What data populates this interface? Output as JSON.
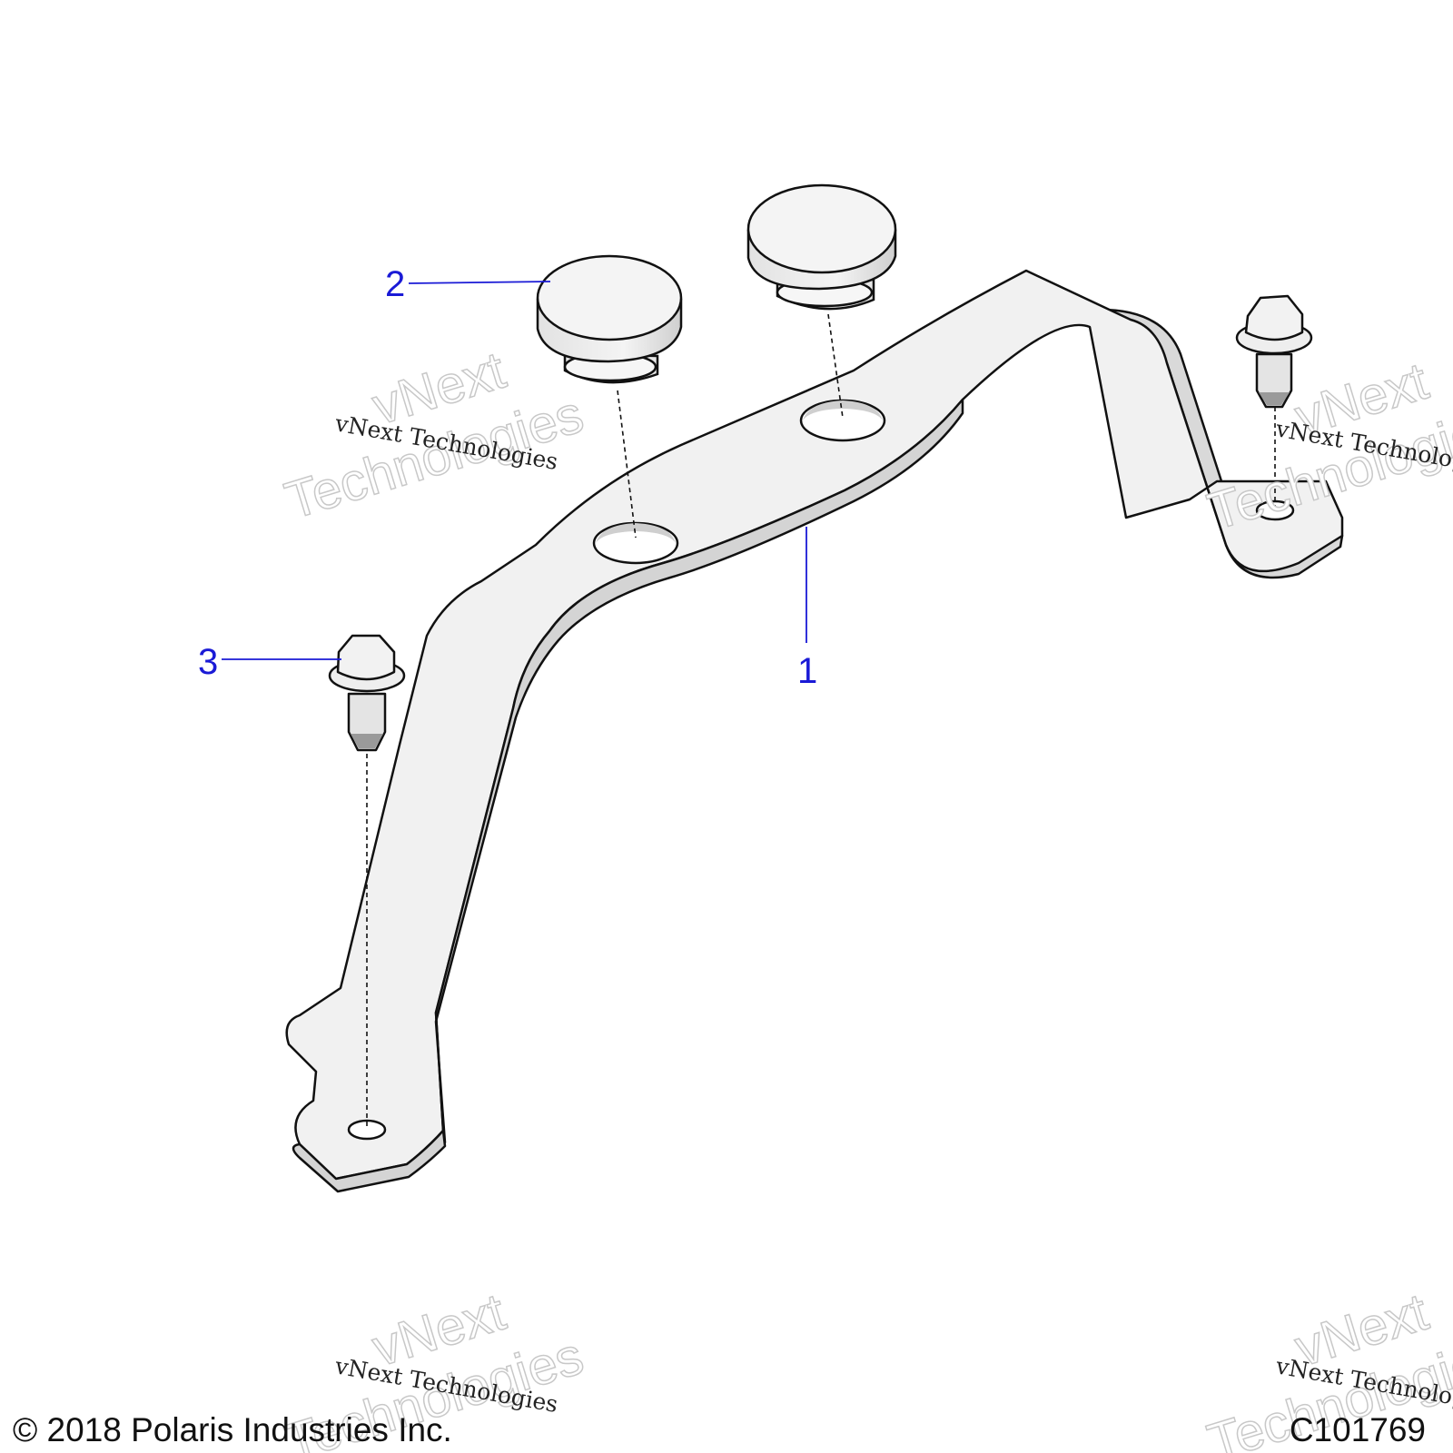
{
  "callouts": [
    {
      "id": "1",
      "label": "1",
      "part": "bracket"
    },
    {
      "id": "2",
      "label": "2",
      "part": "bumper"
    },
    {
      "id": "3",
      "label": "3",
      "part": "screw"
    }
  ],
  "watermark": {
    "line1": "vNext Technologies",
    "line2a": "vNext",
    "line2b": "Technologies"
  },
  "footer": {
    "copyright": "© 2018 Polaris Industries Inc.",
    "figure_id": "C101769"
  },
  "colors": {
    "callout": "#1a1ad6",
    "part_fill": "#f1f1f1",
    "part_shade": "#d6d6d6",
    "outline": "#111111"
  }
}
